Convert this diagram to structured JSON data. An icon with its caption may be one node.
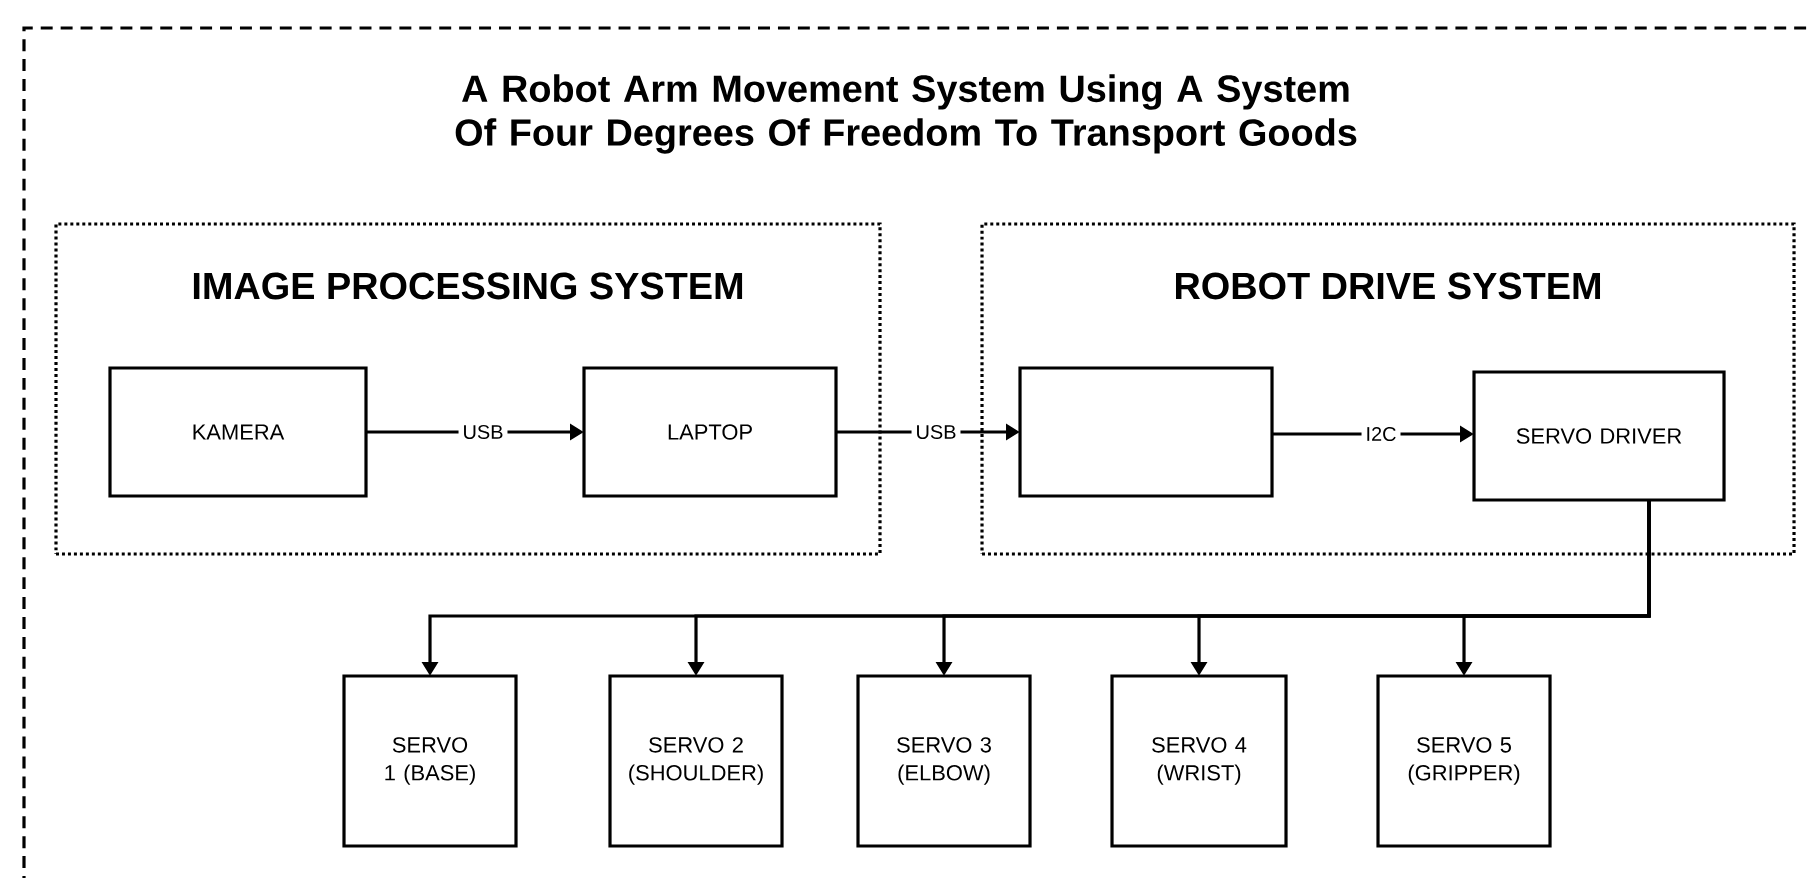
{
  "diagram": {
    "title": "A Robot Arm Movement System Using A System Of Four Degrees Of Freedom To Transport Goods",
    "nodes": [
      {
        "text": [
          "IMAGE PROCESSING SYSTEM"
        ]
      },
      {
        "text": [
          "KAMERA"
        ],
        "in": 0
      },
      {
        "text": [
          "LAPTOP"
        ],
        "in": 0
      },
      {
        "text": [
          "ROBOT DRIVE SYSTEM"
        ]
      },
      {
        "text": [],
        "shape": "box",
        "in": 3
      },
      {
        "text": [
          "SERVO DRIVER"
        ],
        "in": 3
      },
      {
        "text": [
          "SERVO 1 (BASE)"
        ]
      },
      {
        "text": [
          "SERVO 2 (SHOULDER)"
        ]
      },
      {
        "text": [
          "SERVO 3 (ELBOW)"
        ]
      },
      {
        "text": [
          "SERVO 4 (WRIST)"
        ]
      },
      {
        "text": [
          "SERVO 5 (GRIPPER)"
        ]
      }
    ],
    "edges": [
      {
        "from": 1,
        "to": 2,
        "arrow": "to",
        "label": "USB"
      },
      {
        "from": 2,
        "to": 4,
        "arrow": "to",
        "label": "USB"
      },
      {
        "from": 4,
        "to": 5,
        "arrow": "to",
        "label": "I2C"
      },
      {
        "from": 5,
        "to": 6,
        "arrow": "to"
      },
      {
        "from": 5,
        "to": 7,
        "arrow": "to"
      },
      {
        "from": 5,
        "to": 8,
        "arrow": "to"
      },
      {
        "from": 5,
        "to": 9,
        "arrow": "to"
      },
      {
        "from": 5,
        "to": 10,
        "arrow": "to"
      }
    ]
  }
}
